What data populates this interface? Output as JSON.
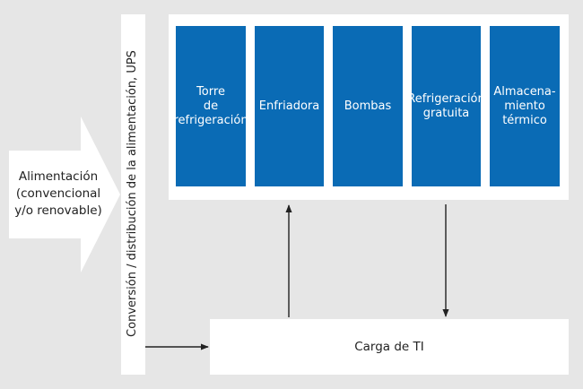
{
  "input": {
    "lines": [
      "Alimentación",
      "(convencional",
      "y/o renovable)"
    ]
  },
  "conversion": {
    "label": "Conversión / distribución de la alimentación, UPS"
  },
  "cooling": {
    "boxes": [
      {
        "label": "Torre\nde\nrefrigeración"
      },
      {
        "label": "Enfriadora"
      },
      {
        "label": "Bombas"
      },
      {
        "label": "Refrigeración\ngratuita"
      },
      {
        "label": "Almacena-\nmiento\ntérmico"
      }
    ]
  },
  "it_load": {
    "label": "Carga de TI"
  },
  "colors": {
    "background": "#e6e6e6",
    "panel": "#ffffff",
    "box": "#0a6bb5",
    "arrow": "#222222"
  }
}
